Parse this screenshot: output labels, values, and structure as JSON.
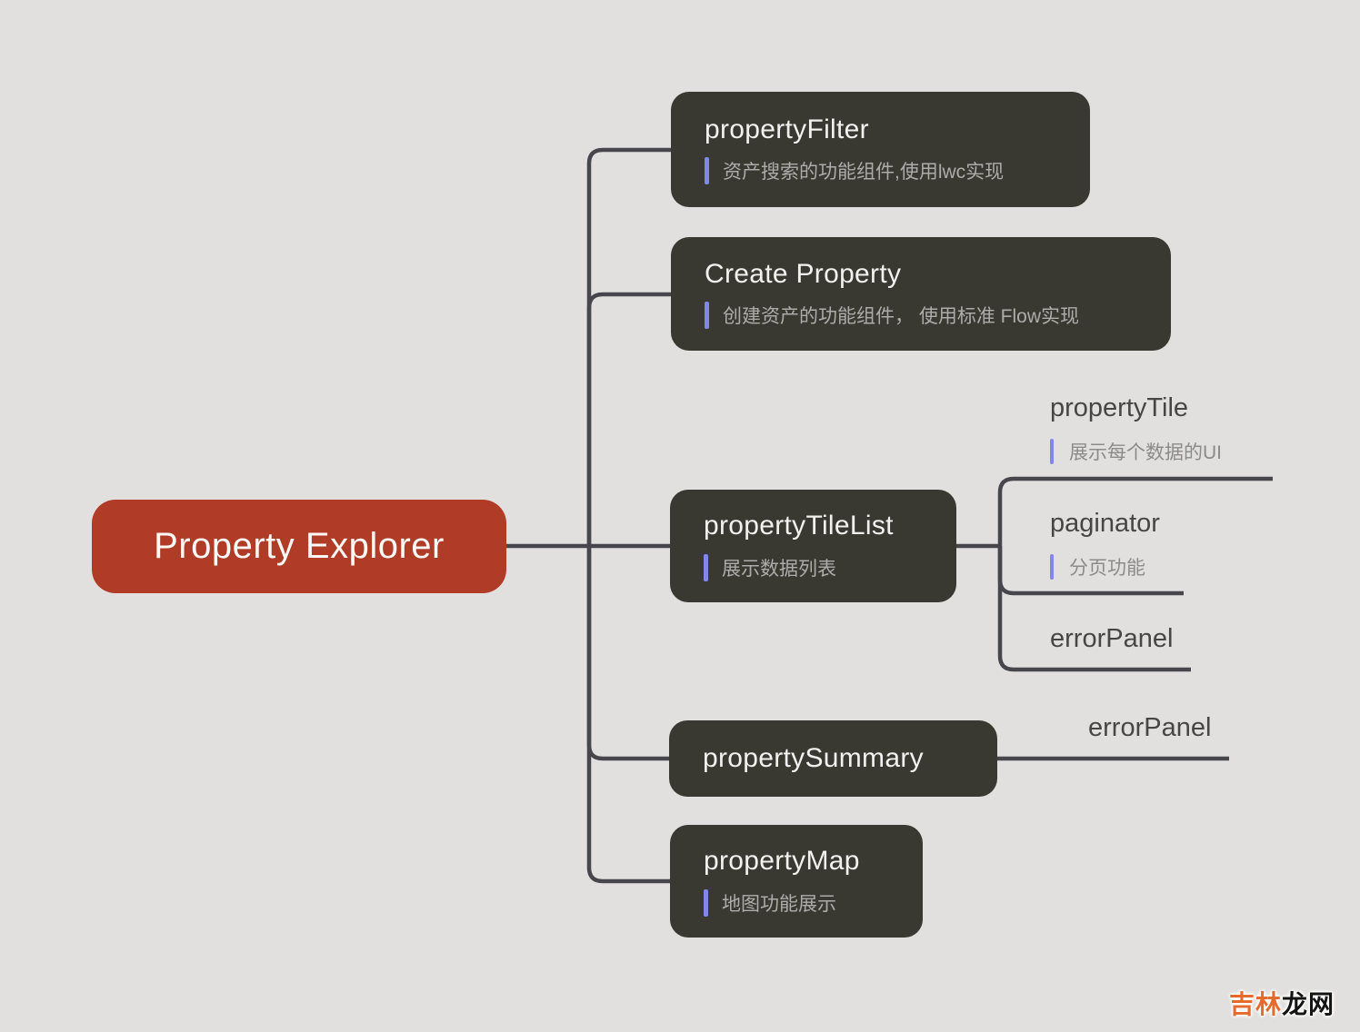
{
  "root": {
    "label": "Property Explorer"
  },
  "nodes": [
    {
      "title": "propertyFilter",
      "note": "资产搜索的功能组件,使用lwc实现"
    },
    {
      "title": "Create Property",
      "note": "创建资产的功能组件， 使用标准 Flow实现"
    },
    {
      "title": "propertyTileList",
      "note": "展示数据列表",
      "children": [
        {
          "title": "propertyTile",
          "note": "展示每个数据的UI"
        },
        {
          "title": "paginator",
          "note": "分页功能"
        },
        {
          "title": "errorPanel"
        }
      ]
    },
    {
      "title": "propertySummary",
      "children": [
        {
          "title": "errorPanel"
        }
      ]
    },
    {
      "title": "propertyMap",
      "note": "地图功能展示"
    }
  ],
  "colors": {
    "background": "#e1e0de",
    "root_bg": "#b03b26",
    "node_bg": "#3a3931",
    "connector": "#46464c",
    "note_bar": "#8288e8",
    "node_note_text": "#aeacab",
    "plain_title_text": "#474645",
    "plain_note_text": "#8b8b8b",
    "watermark_orange": "#e76a2d",
    "watermark_black": "#141414"
  },
  "watermark": {
    "part_orange": "吉林",
    "part_black": "龙网"
  }
}
